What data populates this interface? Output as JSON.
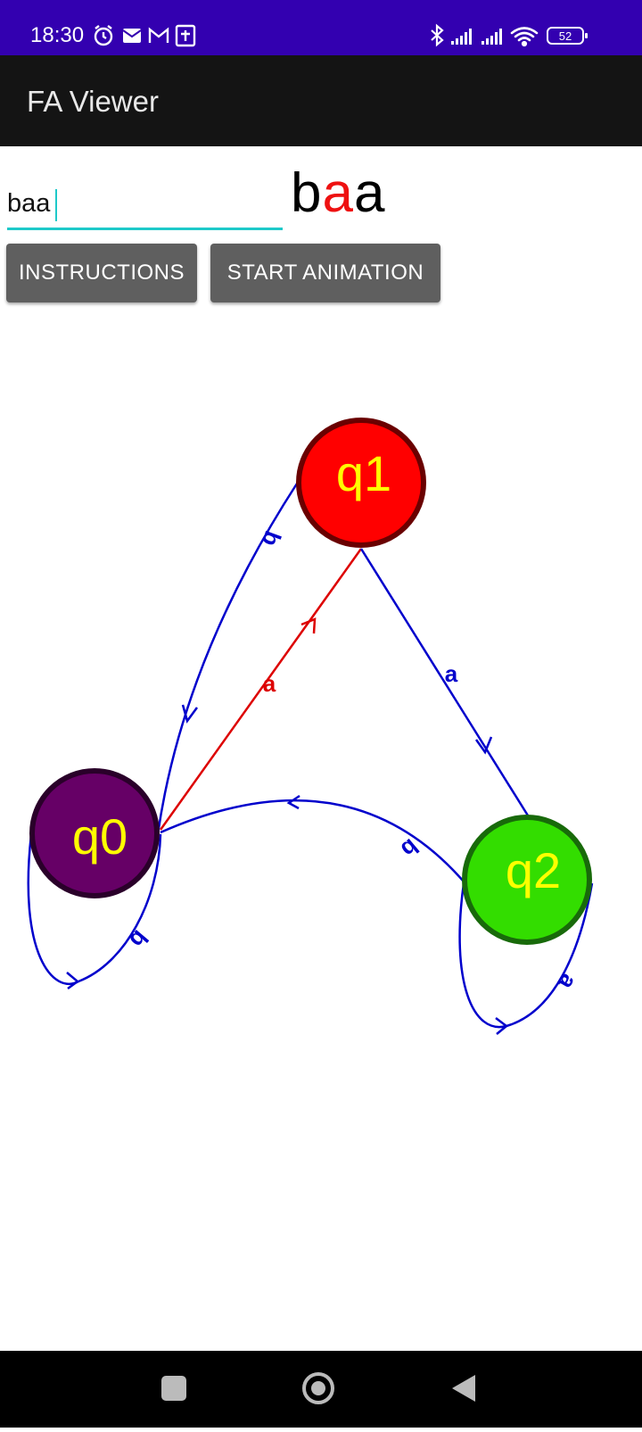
{
  "status": {
    "time": "18:30",
    "battery": "52",
    "left_icons": [
      "alarm-icon",
      "email-icon",
      "gmail-icon",
      "bible-app-icon"
    ],
    "right_icons": [
      "bluetooth-icon",
      "signal-icon",
      "signal-icon",
      "wifi-icon",
      "battery-icon"
    ]
  },
  "app": {
    "title": "FA Viewer"
  },
  "input": {
    "value": "baa"
  },
  "word": {
    "letters": [
      "b",
      "a",
      "a"
    ],
    "current_index": 1,
    "highlight_color": "#ee1111"
  },
  "buttons": {
    "instructions": "INSTRUCTIONS",
    "start_animation": "START ANIMATION"
  },
  "automaton": {
    "states": [
      {
        "id": "q0",
        "label": "q0",
        "fill": "#660066",
        "stroke": "#2a002a",
        "text_color": "#ffff00"
      },
      {
        "id": "q1",
        "label": "q1",
        "fill": "#ff0000",
        "stroke": "#6a0000",
        "text_color": "#ffff00",
        "active": true
      },
      {
        "id": "q2",
        "label": "q2",
        "fill": "#33dd00",
        "stroke": "#186a0a",
        "text_color": "#ffff00"
      }
    ],
    "transitions": [
      {
        "from": "q1",
        "to": "q0",
        "label": "b",
        "color": "#0000cc"
      },
      {
        "from": "q0",
        "to": "q1",
        "label": "a",
        "color": "#dd0000",
        "highlighted": true
      },
      {
        "from": "q1",
        "to": "q2",
        "label": "a",
        "color": "#0000cc"
      },
      {
        "from": "q2",
        "to": "q0",
        "label": "b",
        "color": "#0000cc"
      },
      {
        "from": "q0",
        "to": "q0",
        "label": "b",
        "color": "#0000cc"
      },
      {
        "from": "q2",
        "to": "q2",
        "label": "a",
        "color": "#0000cc"
      }
    ]
  },
  "navbar": {
    "icons": [
      "recents-icon",
      "home-icon",
      "back-icon"
    ]
  }
}
